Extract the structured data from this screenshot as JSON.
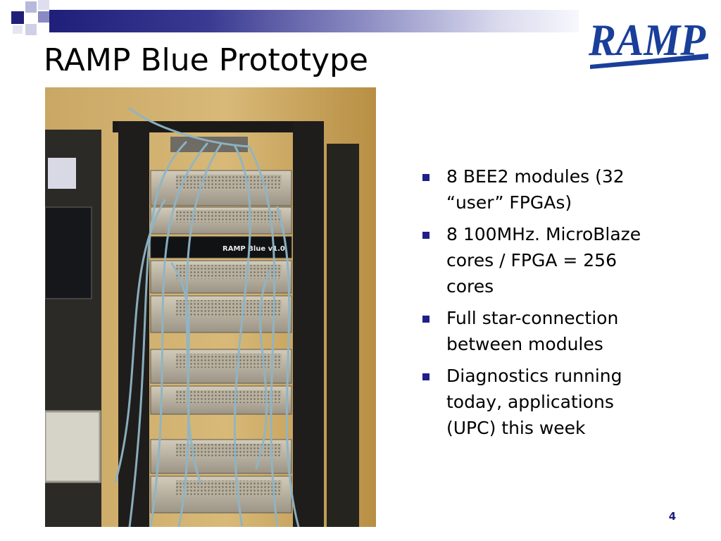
{
  "slide": {
    "title": "RAMP Blue Prototype",
    "logo_text": "RAMP",
    "photo_rack_label": "RAMP Blue v1.0",
    "bullets": [
      "8 BEE2 modules (32 “user” FPGAs)",
      "8 100MHz. MicroBlaze cores / FPGA = 256 cores",
      "Full star-connection between modules",
      "Diagnostics running today, applications (UPC) this week"
    ],
    "page_number": "4"
  },
  "colors": {
    "accent": "#1f1f7a",
    "logo": "#1a3f9a",
    "bullet_marker": "#1f1f8a"
  },
  "icons": {
    "bullet": "square-bullet-icon",
    "decoration": "corner-squares-icon"
  }
}
